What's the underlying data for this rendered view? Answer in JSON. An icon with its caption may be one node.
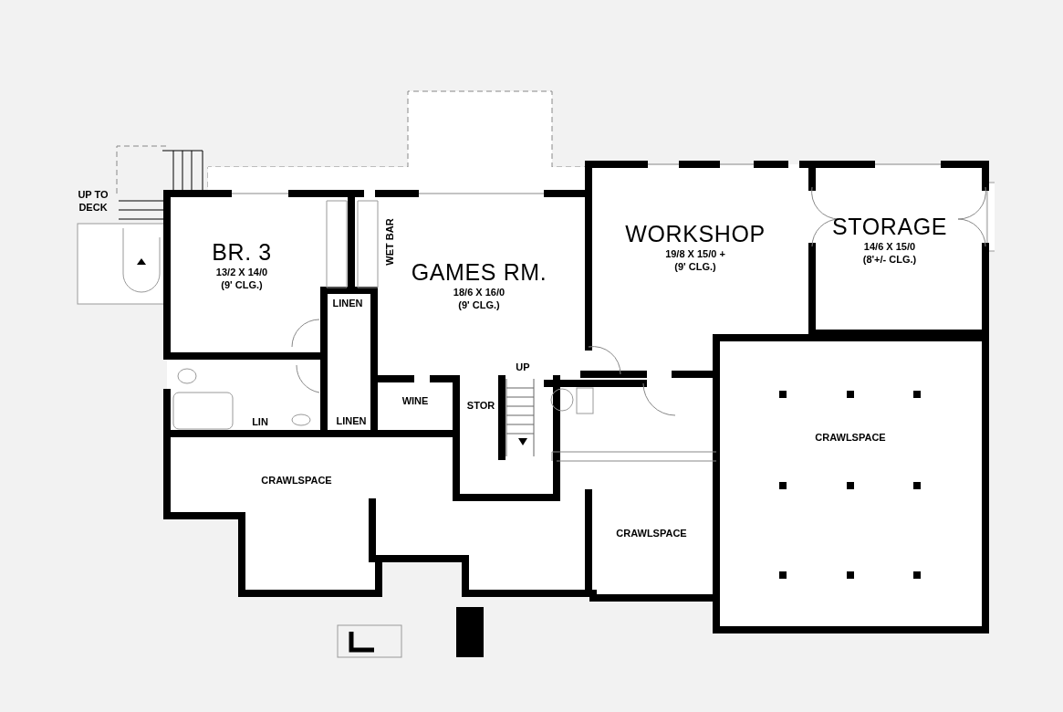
{
  "diagram": {
    "nodes": [
      {
        "text": [
          "BR. 3",
          "13/2 X 14/0",
          "(9' CLG.)"
        ]
      },
      {
        "text": [
          "LINEN"
        ]
      },
      {
        "text": [
          "GAMES RM.",
          "18/6 X 16/0",
          "(9' CLG.)"
        ]
      },
      {
        "text": [
          "WORKSHOP",
          "19/8 X 15/0 +",
          "(9' CLG.)"
        ]
      },
      {
        "text": [
          "STORAGE",
          "14/6 X 15/0",
          "(8'+/- CLG.)"
        ]
      },
      {
        "text": [
          "WINE"
        ]
      },
      {
        "text": [
          "STOR"
        ]
      },
      {
        "text": [
          "LIN"
        ]
      },
      {
        "text": [
          "LINEN"
        ]
      },
      {
        "text": [
          "CRAWLSPACE"
        ]
      },
      {
        "text": [
          "CRAWLSPACE"
        ]
      },
      {
        "text": [
          "CRAWLSPACE"
        ]
      }
    ],
    "labels": [
      "UP TO DECK",
      "WET BAR",
      "UP"
    ]
  }
}
